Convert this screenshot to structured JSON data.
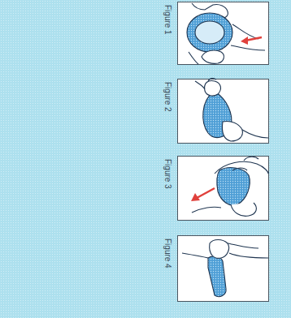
{
  "diagram": {
    "nodes": [
      {
        "text": [
          "Figure 1"
        ]
      },
      {
        "text": [
          "Figure 2"
        ]
      },
      {
        "text": [
          "Figure 3"
        ]
      },
      {
        "text": [
          "Figure 4"
        ]
      }
    ]
  }
}
